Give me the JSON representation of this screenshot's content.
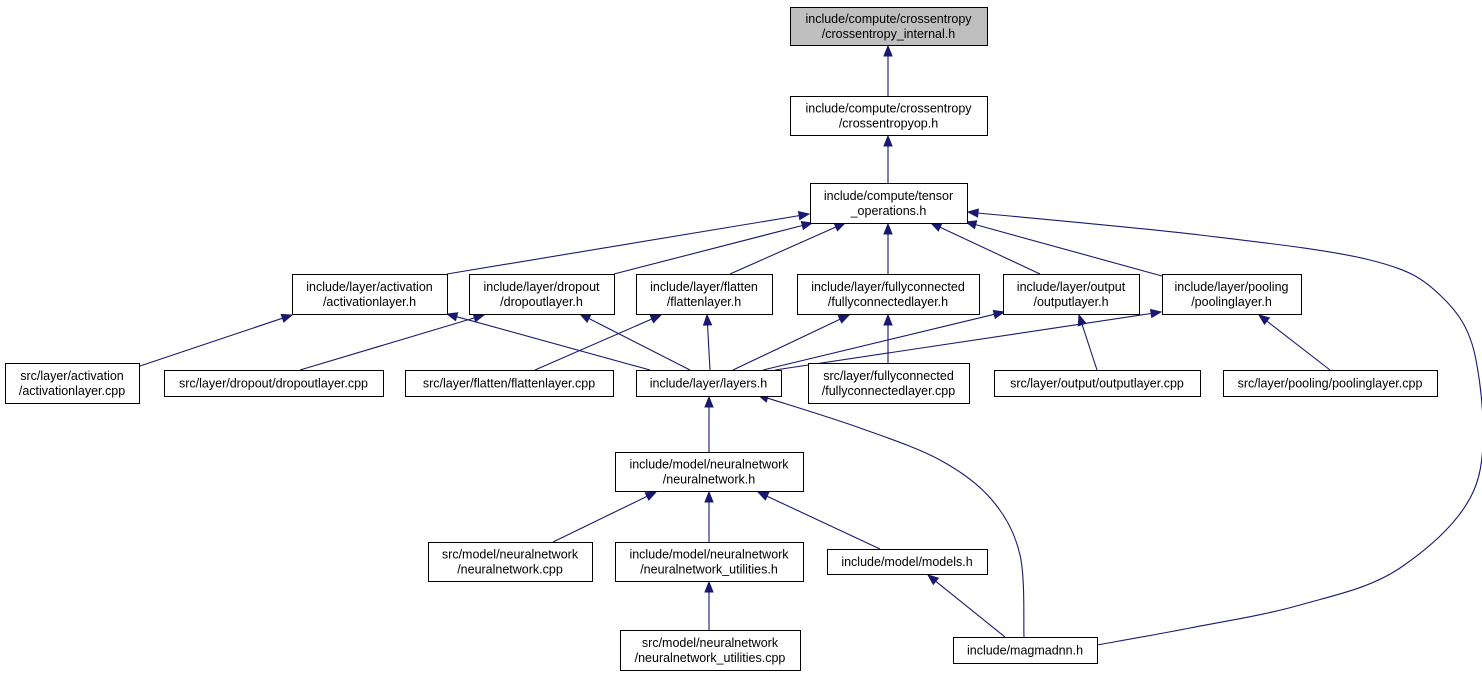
{
  "colors": {
    "edge": "#191970",
    "node_border": "#000000",
    "node_fill": "#ffffff",
    "root_fill": "#bfbfbf"
  },
  "nodes": [
    {
      "id": "crossentropy_internal",
      "lines": [
        "include/compute/crossentropy",
        "/crossentropy_internal.h"
      ],
      "root": true
    },
    {
      "id": "crossentropyop",
      "lines": [
        "include/compute/crossentropy",
        "/crossentropyop.h"
      ]
    },
    {
      "id": "tensor_operations",
      "lines": [
        "include/compute/tensor",
        "_operations.h"
      ]
    },
    {
      "id": "activationlayer_h",
      "lines": [
        "include/layer/activation",
        "/activationlayer.h"
      ]
    },
    {
      "id": "dropoutlayer_h",
      "lines": [
        "include/layer/dropout",
        "/dropoutlayer.h"
      ]
    },
    {
      "id": "flattenlayer_h",
      "lines": [
        "include/layer/flatten",
        "/flattenlayer.h"
      ]
    },
    {
      "id": "fullyconnectedlayer_h",
      "lines": [
        "include/layer/fullyconnected",
        "/fullyconnectedlayer.h"
      ]
    },
    {
      "id": "outputlayer_h",
      "lines": [
        "include/layer/output",
        "/outputlayer.h"
      ]
    },
    {
      "id": "poolinglayer_h",
      "lines": [
        "include/layer/pooling",
        "/poolinglayer.h"
      ]
    },
    {
      "id": "activationlayer_cpp",
      "lines": [
        "src/layer/activation",
        "/activationlayer.cpp"
      ]
    },
    {
      "id": "dropoutlayer_cpp",
      "lines": [
        "src/layer/dropout/dropoutlayer.cpp"
      ]
    },
    {
      "id": "flattenlayer_cpp",
      "lines": [
        "src/layer/flatten/flattenlayer.cpp"
      ]
    },
    {
      "id": "layers_h",
      "lines": [
        "include/layer/layers.h"
      ]
    },
    {
      "id": "fullyconnectedlayer_cpp",
      "lines": [
        "src/layer/fullyconnected",
        "/fullyconnectedlayer.cpp"
      ]
    },
    {
      "id": "outputlayer_cpp",
      "lines": [
        "src/layer/output/outputlayer.cpp"
      ]
    },
    {
      "id": "poolinglayer_cpp",
      "lines": [
        "src/layer/pooling/poolinglayer.cpp"
      ]
    },
    {
      "id": "neuralnetwork_h",
      "lines": [
        "include/model/neuralnetwork",
        "/neuralnetwork.h"
      ]
    },
    {
      "id": "neuralnetwork_cpp",
      "lines": [
        "src/model/neuralnetwork",
        "/neuralnetwork.cpp"
      ]
    },
    {
      "id": "neuralnetwork_utilities_h",
      "lines": [
        "include/model/neuralnetwork",
        "/neuralnetwork_utilities.h"
      ]
    },
    {
      "id": "models_h",
      "lines": [
        "include/model/models.h"
      ]
    },
    {
      "id": "neuralnetwork_utilities_cpp",
      "lines": [
        "src/model/neuralnetwork",
        "/neuralnetwork_utilities.cpp"
      ]
    },
    {
      "id": "magmadnn_h",
      "lines": [
        "include/magmadnn.h"
      ]
    }
  ],
  "edges": [
    {
      "from": "crossentropyop",
      "to": "crossentropy_internal"
    },
    {
      "from": "tensor_operations",
      "to": "crossentropyop"
    },
    {
      "from": "activationlayer_h",
      "to": "tensor_operations"
    },
    {
      "from": "dropoutlayer_h",
      "to": "tensor_operations"
    },
    {
      "from": "flattenlayer_h",
      "to": "tensor_operations"
    },
    {
      "from": "fullyconnectedlayer_h",
      "to": "tensor_operations"
    },
    {
      "from": "outputlayer_h",
      "to": "tensor_operations"
    },
    {
      "from": "poolinglayer_h",
      "to": "tensor_operations"
    },
    {
      "from": "magmadnn_h",
      "to": "tensor_operations"
    },
    {
      "from": "activationlayer_cpp",
      "to": "activationlayer_h"
    },
    {
      "from": "layers_h",
      "to": "activationlayer_h"
    },
    {
      "from": "dropoutlayer_cpp",
      "to": "dropoutlayer_h"
    },
    {
      "from": "layers_h",
      "to": "dropoutlayer_h"
    },
    {
      "from": "flattenlayer_cpp",
      "to": "flattenlayer_h"
    },
    {
      "from": "layers_h",
      "to": "flattenlayer_h"
    },
    {
      "from": "layers_h",
      "to": "fullyconnectedlayer_h"
    },
    {
      "from": "fullyconnectedlayer_cpp",
      "to": "fullyconnectedlayer_h"
    },
    {
      "from": "layers_h",
      "to": "outputlayer_h"
    },
    {
      "from": "outputlayer_cpp",
      "to": "outputlayer_h"
    },
    {
      "from": "layers_h",
      "to": "poolinglayer_h"
    },
    {
      "from": "poolinglayer_cpp",
      "to": "poolinglayer_h"
    },
    {
      "from": "neuralnetwork_h",
      "to": "layers_h"
    },
    {
      "from": "magmadnn_h",
      "to": "layers_h"
    },
    {
      "from": "neuralnetwork_cpp",
      "to": "neuralnetwork_h"
    },
    {
      "from": "neuralnetwork_utilities_h",
      "to": "neuralnetwork_h"
    },
    {
      "from": "models_h",
      "to": "neuralnetwork_h"
    },
    {
      "from": "neuralnetwork_utilities_cpp",
      "to": "neuralnetwork_utilities_h"
    },
    {
      "from": "magmadnn_h",
      "to": "models_h"
    }
  ]
}
